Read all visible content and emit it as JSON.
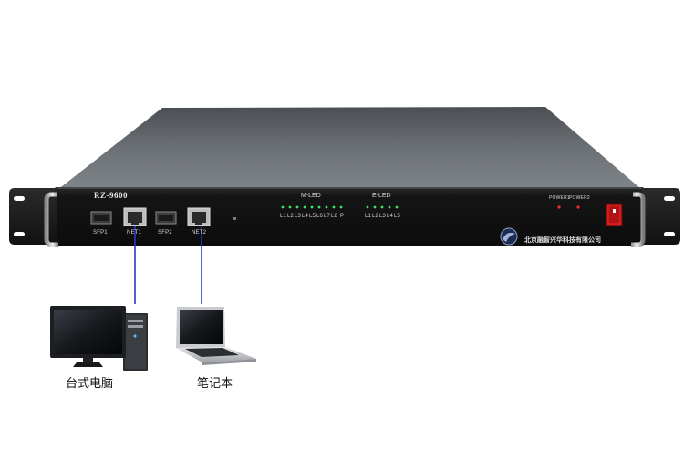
{
  "device": {
    "model": "RZ-9600",
    "company": "北京融智兴华科技有限公司",
    "ports": [
      {
        "label": "SFP1"
      },
      {
        "label": "NET1"
      },
      {
        "label": "SFP2"
      },
      {
        "label": "NET2"
      }
    ],
    "m_led": {
      "title": "M-LED",
      "labels": [
        "L1",
        "L2",
        "L3",
        "L4",
        "L5",
        "L6",
        "L7",
        "L8",
        "P"
      ]
    },
    "e_led": {
      "title": "E-LED",
      "labels": [
        "L1",
        "L2",
        "L3",
        "L4",
        "L5"
      ]
    },
    "power_labels": [
      "POWER1",
      "POWER2"
    ]
  },
  "clients": {
    "desktop_caption": "台式电脑",
    "laptop_caption": "笔记本"
  },
  "colors": {
    "chassis_top": "#5c6065",
    "front_panel": "#141414",
    "cable": "#1f3fc4",
    "led_green": "#3ee06a",
    "led_red": "#e83030",
    "switch_red": "#d41c1c"
  }
}
